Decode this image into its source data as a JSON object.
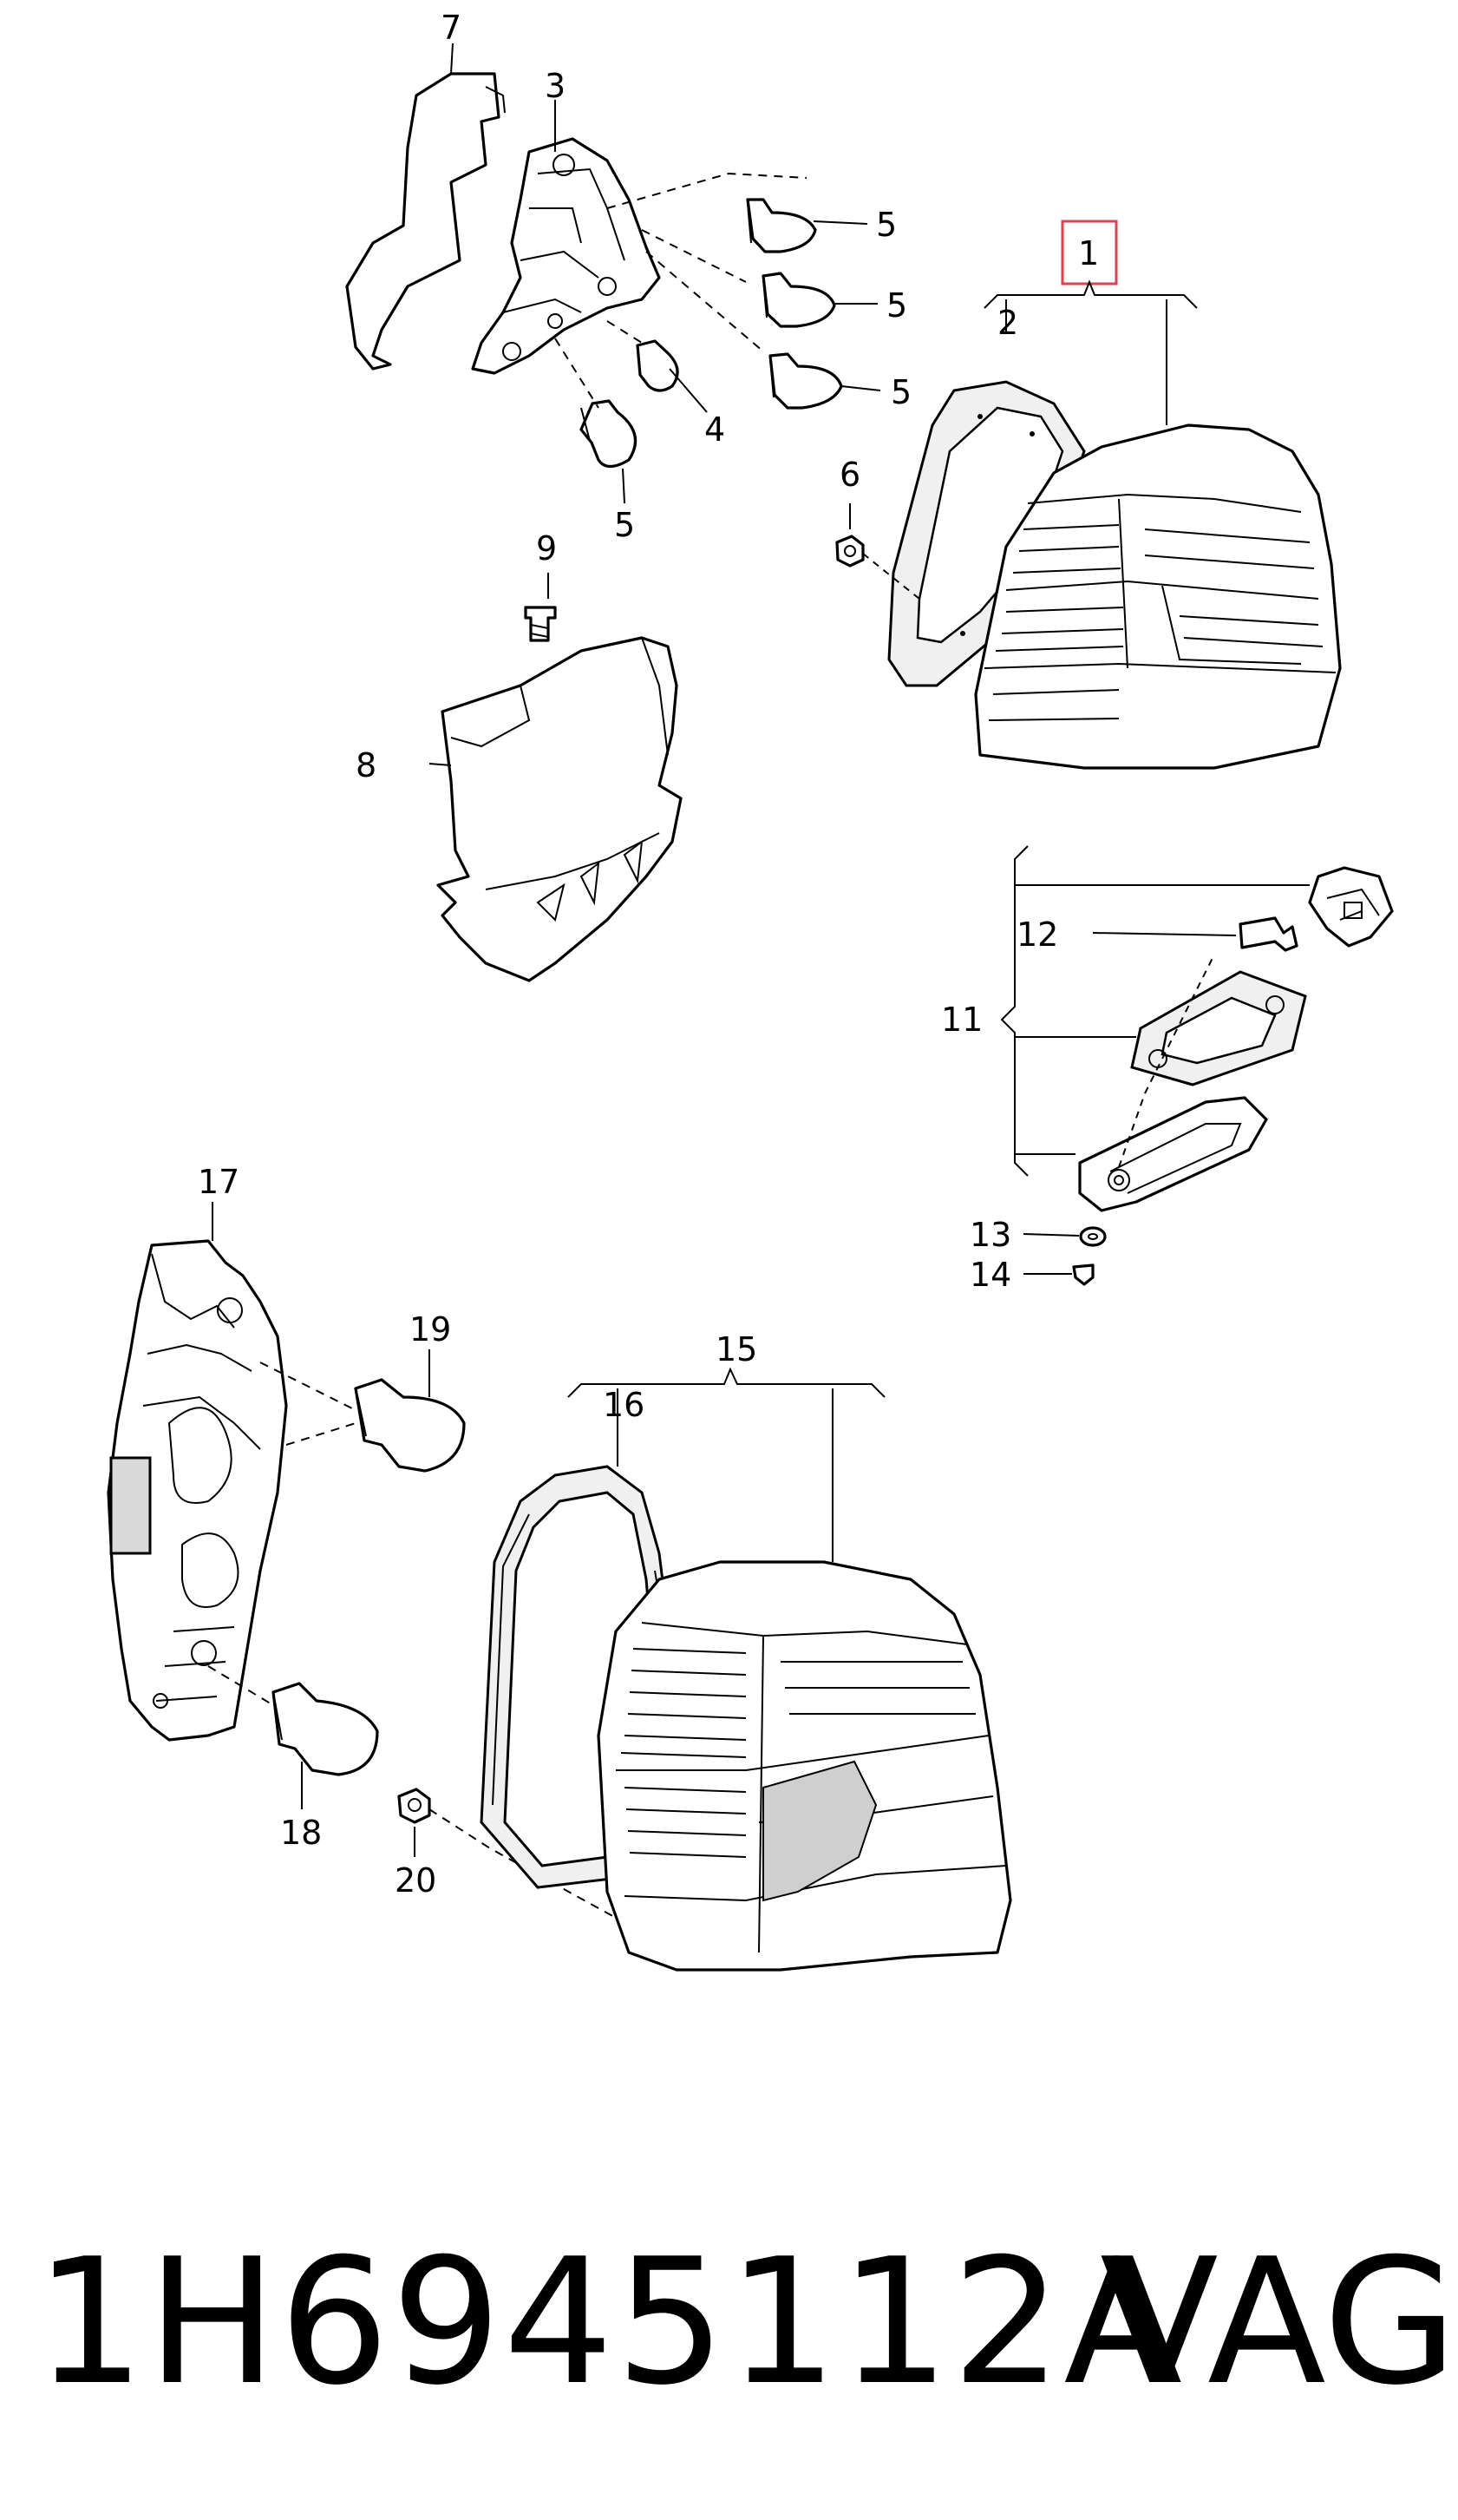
{
  "callouts": {
    "c1": "1",
    "c2": "2",
    "c3": "3",
    "c4": "4",
    "c5a": "5",
    "c5b": "5",
    "c5c": "5",
    "c5d": "5",
    "c6": "6",
    "c7": "7",
    "c8": "8",
    "c9": "9",
    "c11": "11",
    "c12": "12",
    "c13": "13",
    "c14": "14",
    "c15": "15",
    "c16": "16",
    "c17": "17",
    "c18": "18",
    "c19": "19",
    "c20": "20"
  },
  "part_number": "1H6945112A",
  "brand": "VAG",
  "colors": {
    "highlight": "#e0414f",
    "line": "#000000",
    "background": "#ffffff"
  }
}
